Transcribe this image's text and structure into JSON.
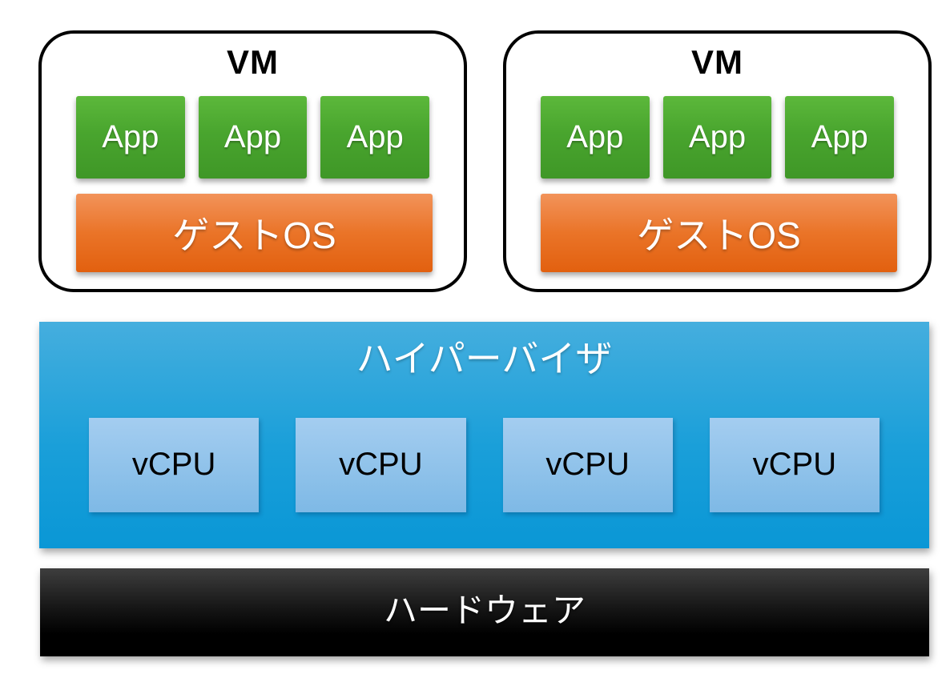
{
  "diagram": {
    "title_semantic": "hypervisor-virtualization-architecture",
    "colors": {
      "app_green_top": "#5cb83b",
      "app_green_bottom": "#3f9727",
      "guest_os_orange_top": "#f2935a",
      "guest_os_orange_bottom": "#e2600f",
      "hypervisor_blue_top": "#45aede",
      "hypervisor_blue_bottom": "#0a97d6",
      "vcpu_blue_top": "#a4cdf0",
      "vcpu_blue_bottom": "#7eb9e6",
      "hardware_top": "#3e3e3e",
      "hardware_bottom": "#000000",
      "vm_border": "#000000",
      "text_on_color": "#ffffff",
      "text_dark": "#000000",
      "background": "#ffffff"
    }
  },
  "vms": [
    {
      "title": "VM",
      "apps": [
        "App",
        "App",
        "App"
      ],
      "guest_os_label": "ゲストOS"
    },
    {
      "title": "VM",
      "apps": [
        "App",
        "App",
        "App"
      ],
      "guest_os_label": "ゲストOS"
    }
  ],
  "hypervisor": {
    "title": "ハイパーバイザ",
    "vcpus": [
      "vCPU",
      "vCPU",
      "vCPU",
      "vCPU"
    ]
  },
  "hardware": {
    "label": "ハードウェア"
  }
}
